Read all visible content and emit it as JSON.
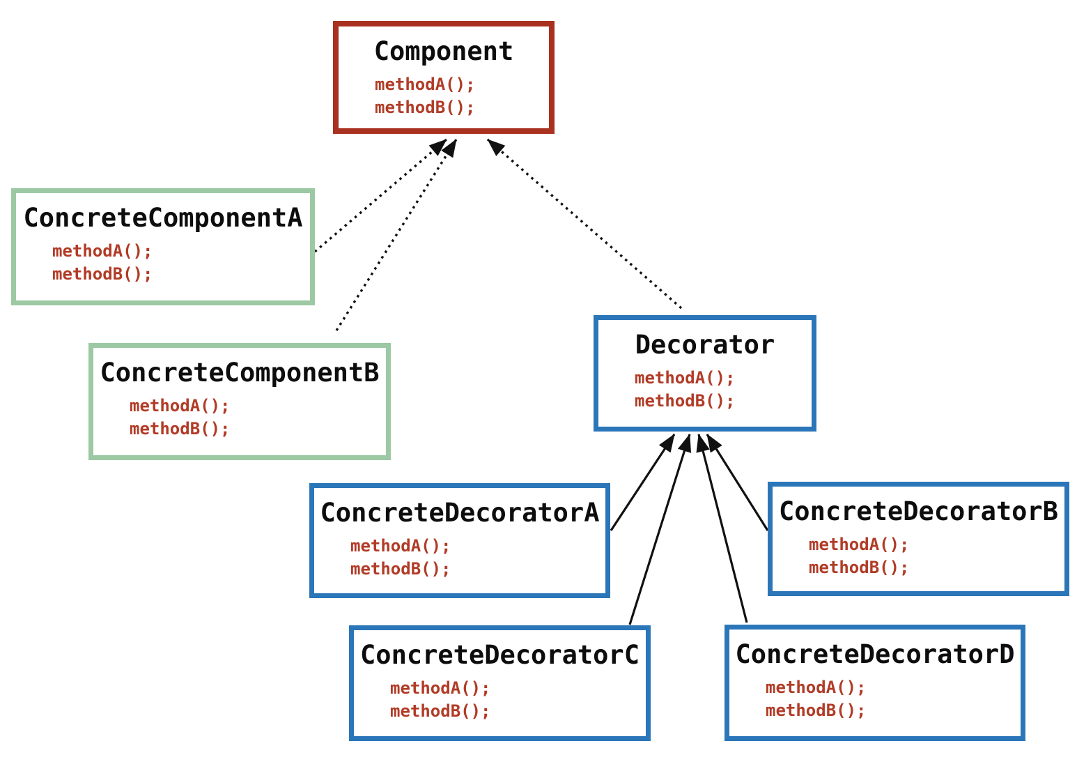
{
  "classes": {
    "component": {
      "name": "Component",
      "methods": [
        "methodA();",
        "methodB();"
      ],
      "border_color": "#a93120"
    },
    "concrete_component_a": {
      "name": "ConcreteComponentA",
      "methods": [
        "methodA();",
        "methodB();"
      ],
      "border_color": "#9cc9a3"
    },
    "concrete_component_b": {
      "name": "ConcreteComponentB",
      "methods": [
        "methodA();",
        "methodB();"
      ],
      "border_color": "#9cc9a3"
    },
    "decorator": {
      "name": "Decorator",
      "methods": [
        "methodA();",
        "methodB();"
      ],
      "border_color": "#2b76b8"
    },
    "concrete_decorator_a": {
      "name": "ConcreteDecoratorA",
      "methods": [
        "methodA();",
        "methodB();"
      ],
      "border_color": "#2b76b8"
    },
    "concrete_decorator_b": {
      "name": "ConcreteDecoratorB",
      "methods": [
        "methodA();",
        "methodB();"
      ],
      "border_color": "#2b76b8"
    },
    "concrete_decorator_c": {
      "name": "ConcreteDecoratorC",
      "methods": [
        "methodA();",
        "methodB();"
      ],
      "border_color": "#2b76b8"
    },
    "concrete_decorator_d": {
      "name": "ConcreteDecoratorD",
      "methods": [
        "methodA();",
        "methodB();"
      ],
      "border_color": "#2b76b8"
    }
  },
  "relationships": [
    {
      "from": "ConcreteComponentA",
      "to": "Component",
      "line_style": "dotted",
      "arrowhead": "filled-triangle"
    },
    {
      "from": "ConcreteComponentB",
      "to": "Component",
      "line_style": "dotted",
      "arrowhead": "filled-triangle"
    },
    {
      "from": "Decorator",
      "to": "Component",
      "line_style": "dotted",
      "arrowhead": "filled-triangle"
    },
    {
      "from": "ConcreteDecoratorA",
      "to": "Decorator",
      "line_style": "solid",
      "arrowhead": "filled-triangle"
    },
    {
      "from": "ConcreteDecoratorC",
      "to": "Decorator",
      "line_style": "solid",
      "arrowhead": "filled-triangle"
    },
    {
      "from": "ConcreteDecoratorD",
      "to": "Decorator",
      "line_style": "solid",
      "arrowhead": "filled-triangle"
    },
    {
      "from": "ConcreteDecoratorB",
      "to": "Decorator",
      "line_style": "solid",
      "arrowhead": "filled-triangle"
    }
  ],
  "colors": {
    "component_border": "#a93120",
    "concrete_component_border": "#9cc9a3",
    "decorator_border": "#2b76b8",
    "class_name_text": "#0d0d0d",
    "method_text": "#b13b26",
    "arrow": "#111111",
    "background": "#ffffff"
  }
}
